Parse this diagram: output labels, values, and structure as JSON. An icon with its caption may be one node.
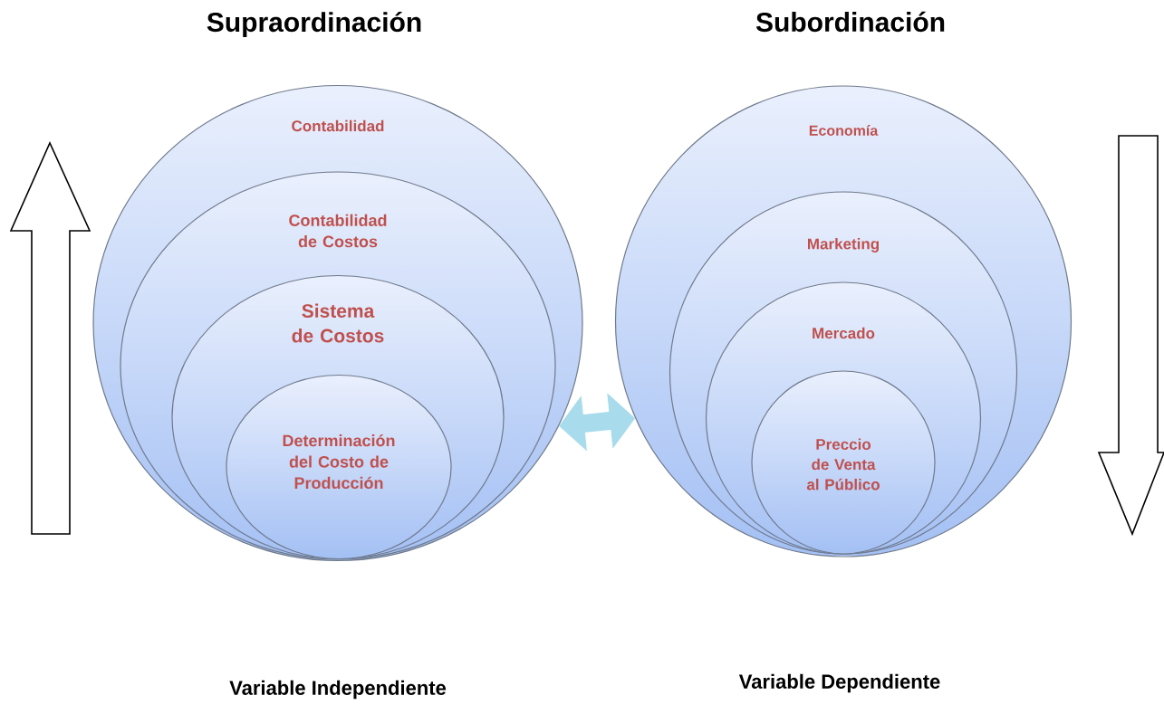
{
  "diagram": {
    "nodes": [
      {
        "text": [
          "Contabilidad"
        ]
      },
      {
        "text": [
          "Contabilidad de Costos"
        ],
        "in": 0
      },
      {
        "text": [
          "Sistema de Costos"
        ],
        "in": 1
      },
      {
        "text": [
          "Determinación del Costo de Producción"
        ],
        "in": 2
      },
      {
        "text": [
          "Economía"
        ]
      },
      {
        "text": [
          "Marketing"
        ],
        "in": 4
      },
      {
        "text": [
          "Mercado"
        ],
        "in": 5
      },
      {
        "text": [
          "Preccio de Venta al Público"
        ],
        "in": 6
      }
    ],
    "edges": [
      {
        "from": 0,
        "to": 4,
        "arrow": "both"
      }
    ],
    "labels": [
      "Supraordinación",
      "Subordinación",
      "Variable Independiente",
      "Variable Dependiente"
    ]
  }
}
